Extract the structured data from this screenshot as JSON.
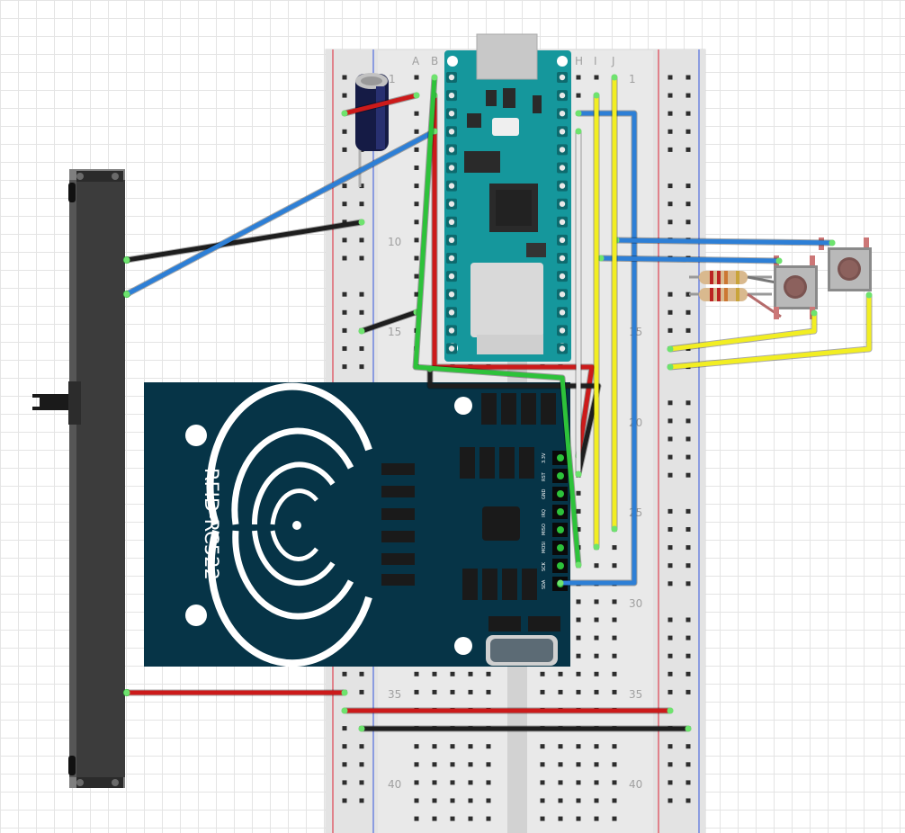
{
  "breadboard": {
    "column_letters_left": [
      "A",
      "B"
    ],
    "column_letters_right": [
      "H",
      "I",
      "J"
    ],
    "row_numbers_left": [
      "1",
      "10",
      "15",
      "35",
      "40"
    ],
    "row_numbers_right": [
      "1",
      "15",
      "20",
      "25",
      "30",
      "35",
      "40"
    ]
  },
  "rfid": {
    "title": "RFID-RC522",
    "pins": [
      "3.3V",
      "RST",
      "GND",
      "IRQ",
      "MISO",
      "MOSI",
      "SCK",
      "SDA"
    ]
  },
  "colors": {
    "wire_red": "#cc1a1a",
    "wire_black": "#1e1e1e",
    "wire_blue": "#2d7fd6",
    "wire_green": "#2dc23a",
    "wire_yellow": "#f2ee22",
    "wire_white": "#e8e8e8",
    "arduino": "#15979c",
    "rfid_board": "#063447",
    "breadboard": "#e9e9e9"
  },
  "components": [
    "breadboard",
    "arduino-nano",
    "rfid-rc522",
    "slide-potentiometer",
    "electrolytic-capacitor",
    "push-button",
    "push-button",
    "resistor",
    "resistor"
  ]
}
